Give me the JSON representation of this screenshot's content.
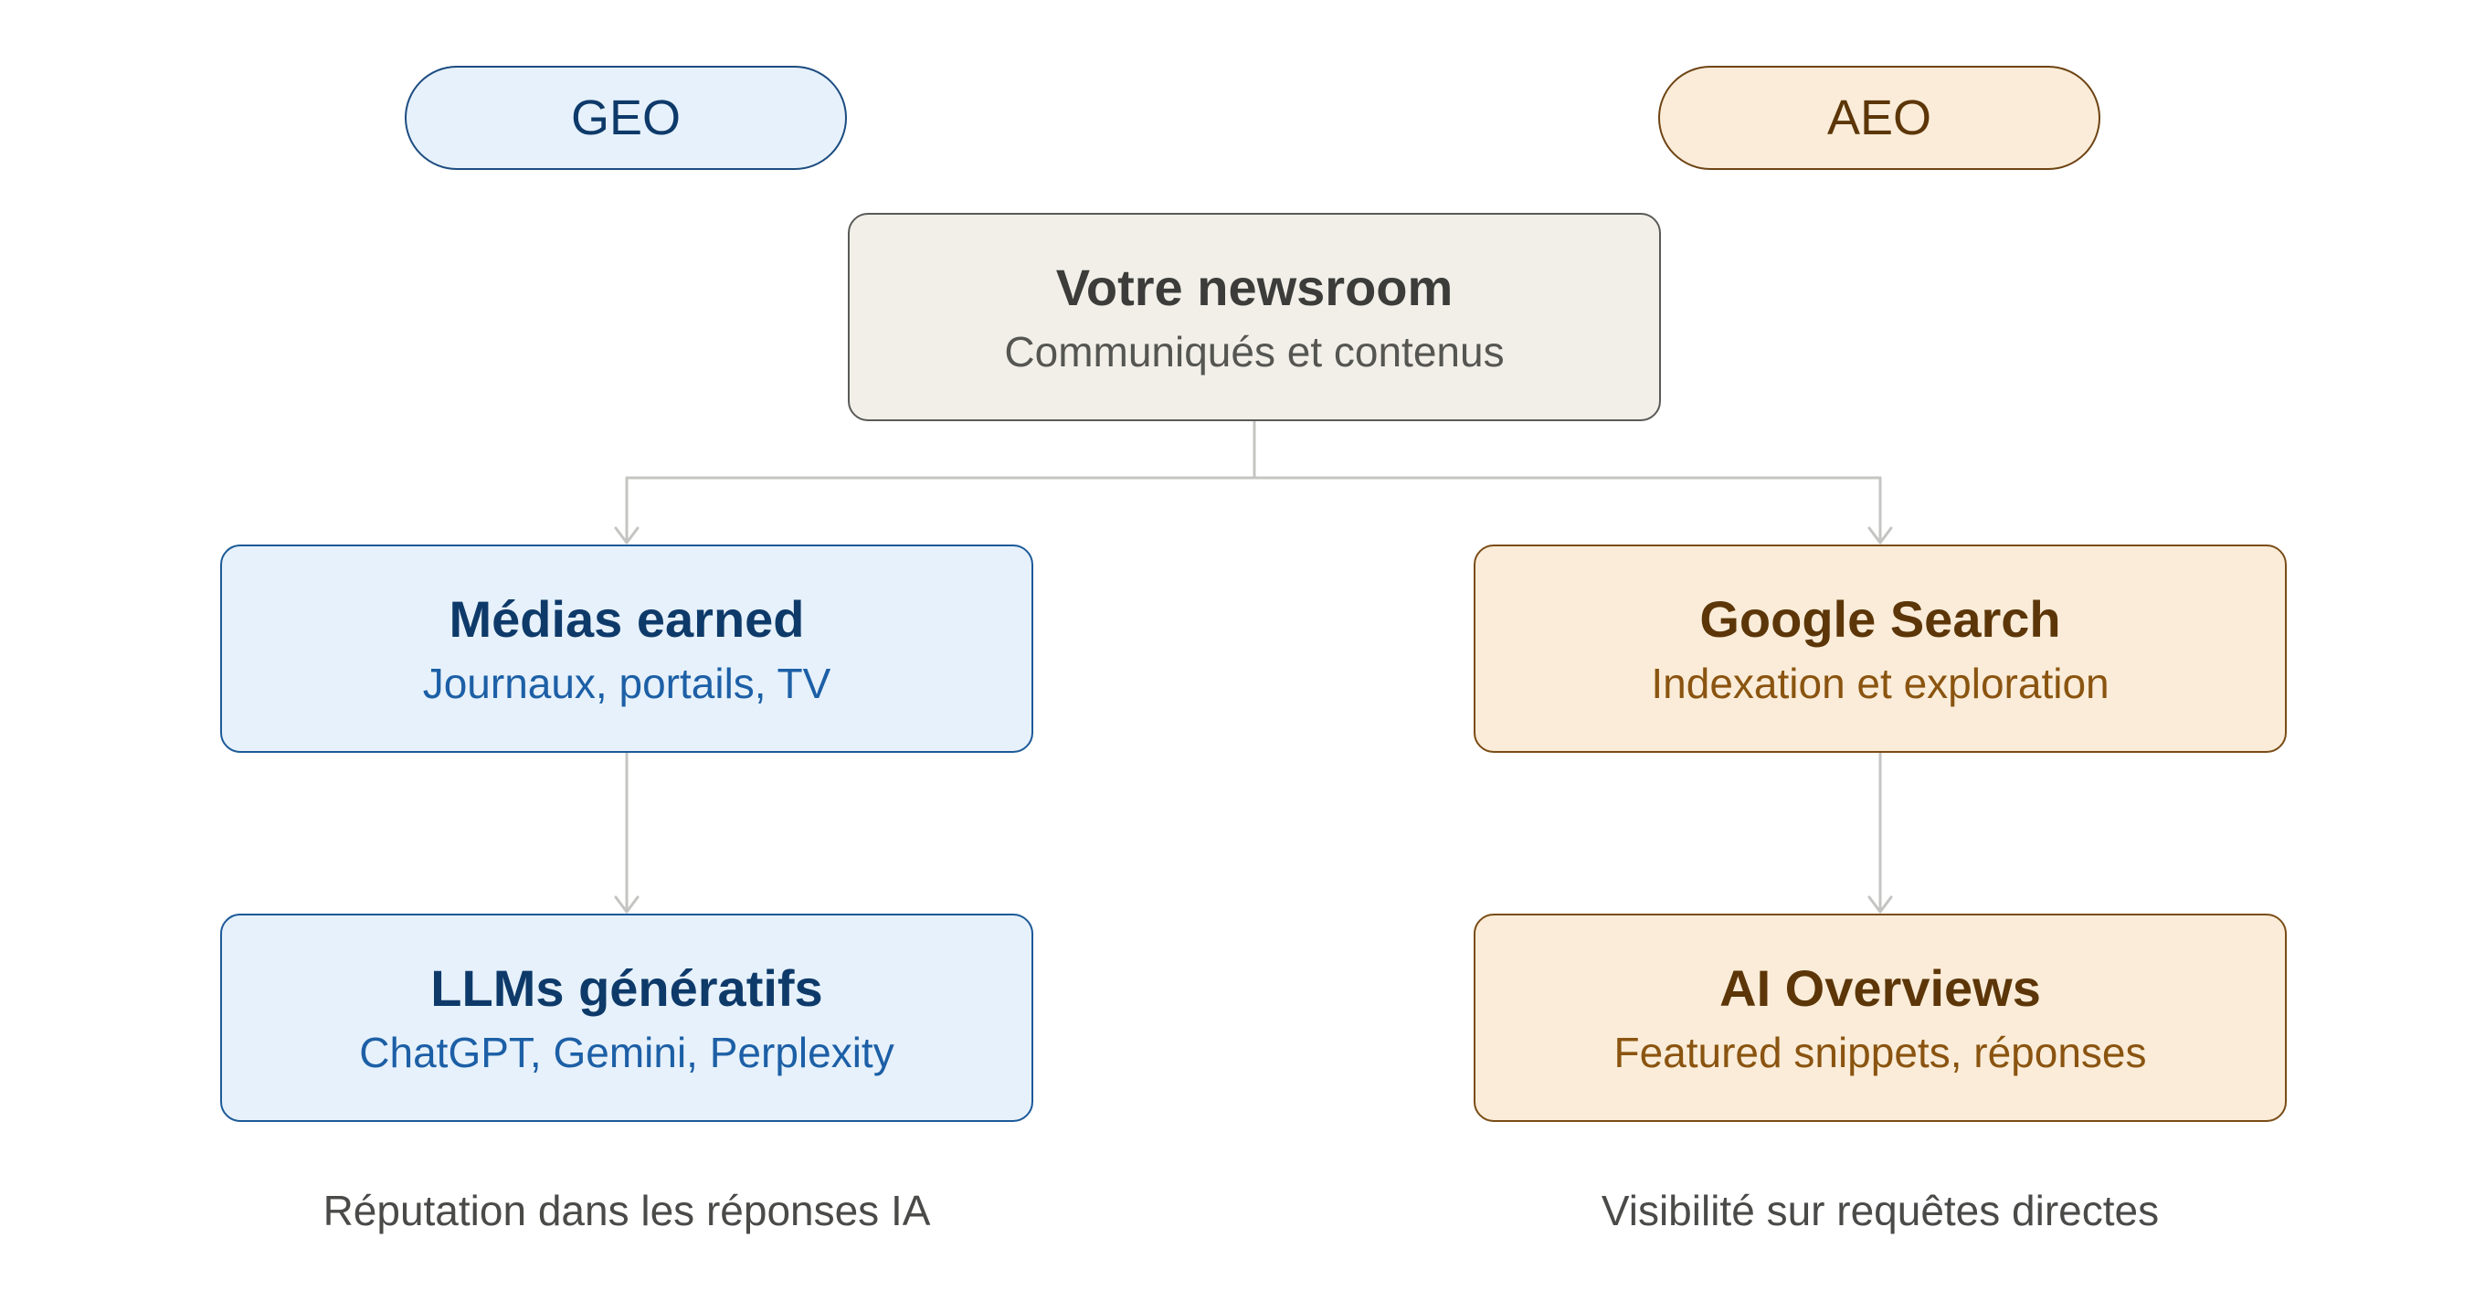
{
  "pills": {
    "geo": "GEO",
    "aeo": "AEO"
  },
  "nodes": {
    "newsroom": {
      "title": "Votre newsroom",
      "subtitle": "Communiqués et contenus"
    },
    "medias": {
      "title": "Médias earned",
      "subtitle": "Journaux, portails, TV"
    },
    "google": {
      "title": "Google Search",
      "subtitle": "Indexation et exploration"
    },
    "llms": {
      "title": "LLMs génératifs",
      "subtitle": "ChatGPT, Gemini, Perplexity"
    },
    "ai_overviews": {
      "title": "AI Overviews",
      "subtitle": "Featured snippets, réponses"
    }
  },
  "captions": {
    "left": "Réputation dans les réponses IA",
    "right": "Visibilité sur requêtes directes"
  },
  "colors": {
    "geo_fill": "#e6f1fb",
    "geo_stroke": "#1c5a98",
    "aeo_fill": "#faecd8",
    "aeo_stroke": "#7a4c16",
    "center_fill": "#f1efe8",
    "connector": "#c4c4c2"
  }
}
